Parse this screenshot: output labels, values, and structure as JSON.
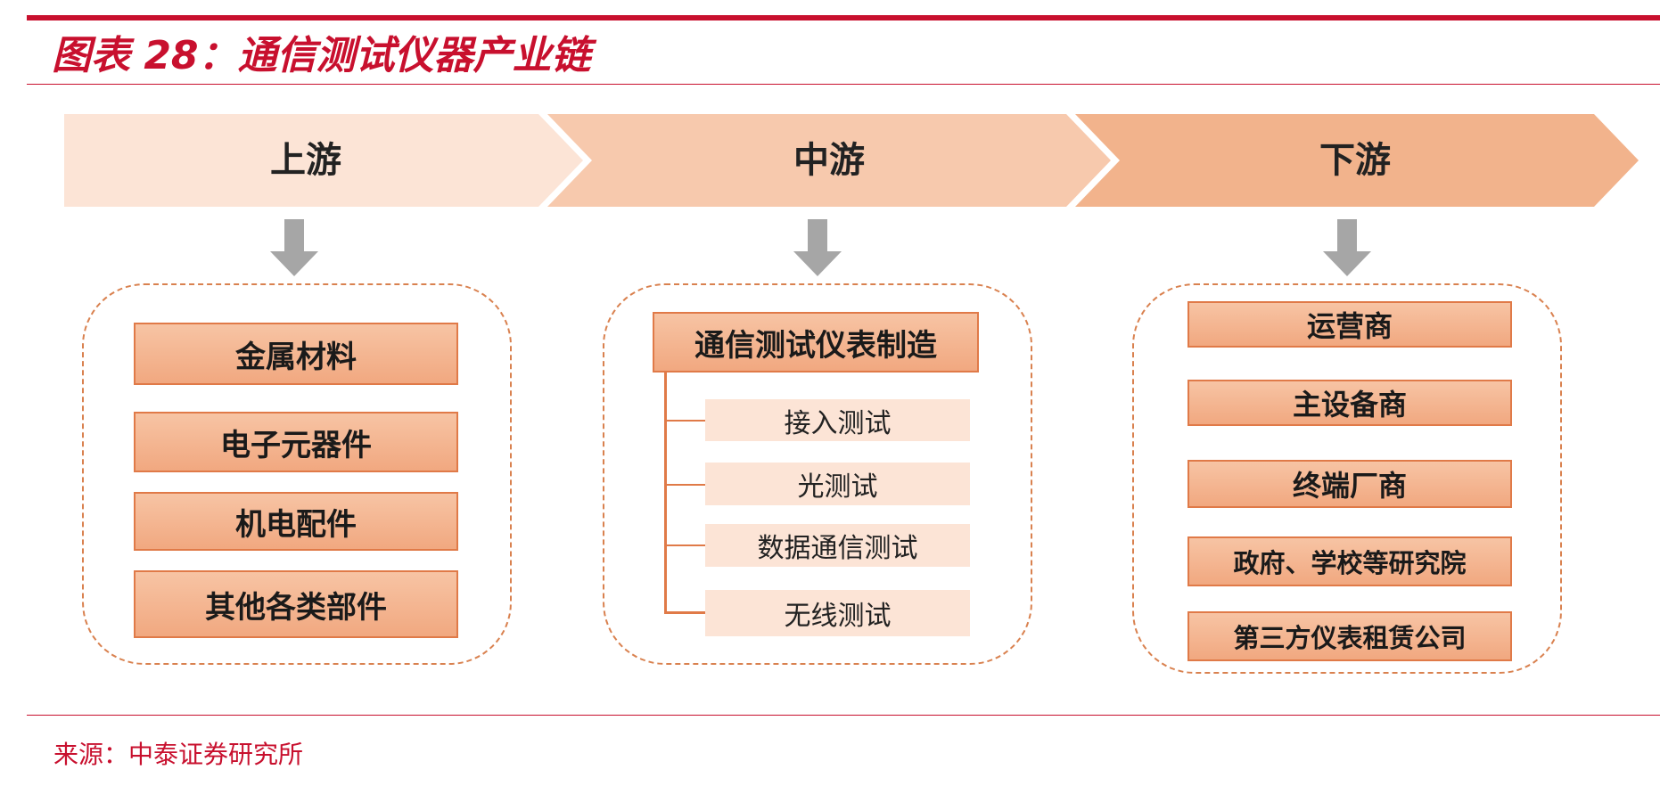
{
  "figure": {
    "title": "图表 28：通信测试仪器产业链",
    "source": "来源：中泰证券研究所"
  },
  "colors": {
    "accent": "#c8102e",
    "stage1": "#fce4d6",
    "stage2": "#f7c9ad",
    "stage3": "#f2b38c",
    "item_border": "#e07a48",
    "arrow": "#a6a6a6"
  },
  "stages": [
    {
      "label": "上游",
      "items": [
        "金属材料",
        "电子元器件",
        "机电配件",
        "其他各类部件"
      ]
    },
    {
      "label": "中游",
      "header": "通信测试仪表制造",
      "items": [
        "接入测试",
        "光测试",
        "数据通信测试",
        "无线测试"
      ]
    },
    {
      "label": "下游",
      "items": [
        "运营商",
        "主设备商",
        "终端厂商",
        "政府、学校等研究院",
        "第三方仪表租赁公司"
      ]
    }
  ]
}
